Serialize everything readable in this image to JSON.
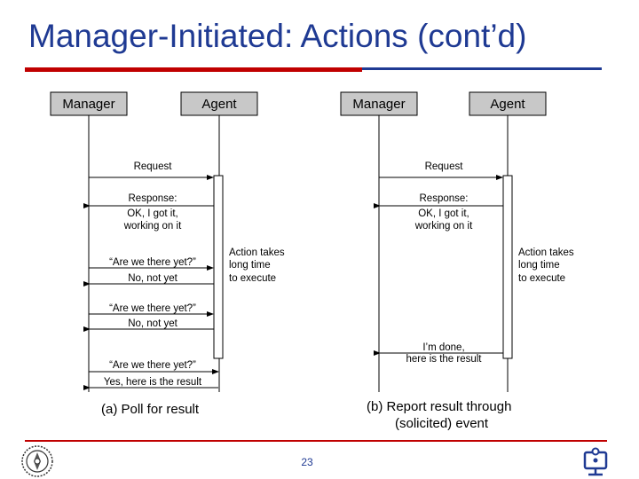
{
  "slide": {
    "title": "Manager-Initiated: Actions (cont’d)",
    "page_number": "23"
  },
  "colors": {
    "title": "#1f3a93",
    "rule_left": "#c00000",
    "rule_right": "#1f3a93",
    "box_fill": "#c8c8c8",
    "line": "#000000"
  },
  "diagram_a": {
    "manager_label": "Manager",
    "agent_label": "Agent",
    "msg_request": "Request",
    "msg_response_1": "Response:",
    "msg_response_2": "OK, I got it,",
    "msg_response_3": "working on it",
    "note_1": "Action takes",
    "note_2": "long time",
    "note_3": "to execute",
    "poll_1": "“Are we there yet?”",
    "reply_1": "No, not yet",
    "poll_2": "“Are we there yet?”",
    "reply_2": "No, not yet",
    "poll_3": "“Are we there yet?”",
    "reply_3": "Yes, here is the result",
    "caption": "(a) Poll for result"
  },
  "diagram_b": {
    "manager_label": "Manager",
    "agent_label": "Agent",
    "msg_request": "Request",
    "msg_response_1": "Response:",
    "msg_response_2": "OK, I got it,",
    "msg_response_3": "working on it",
    "note_1": "Action takes",
    "note_2": "long time",
    "note_3": "to execute",
    "done_1": "I’m done,",
    "done_2": "here is the result",
    "caption_1": "(b) Report result through",
    "caption_2": "(solicited) event"
  },
  "icons": {
    "left_logo": "university-seal-icon",
    "right_logo": "computer-network-icon"
  }
}
